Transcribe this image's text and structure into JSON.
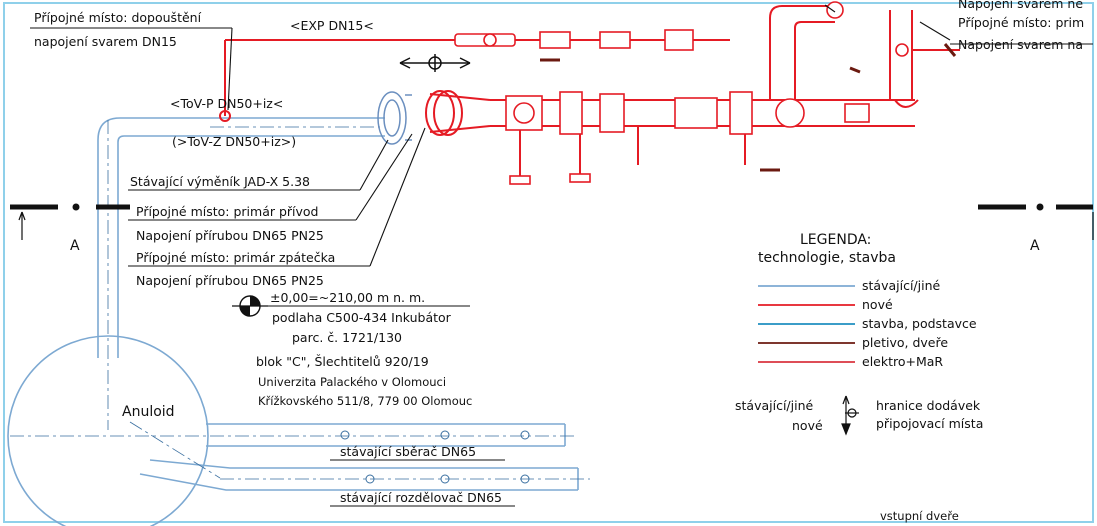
{
  "colors": {
    "existing": "#7da9d2",
    "new": "#e51b24",
    "construction": "#1f8fc0",
    "fence_door": "#6b1a10",
    "elektro_mar": "#d9343f",
    "ink": "#111111",
    "frame": "#8fd0ea"
  },
  "labels": {
    "top_left_1": "Přípojné místo: dopouštění",
    "top_left_2": "napojení svarem DN15",
    "exp_pipe": "<EXP DN15<",
    "tov_p": "<ToV-P DN50+iz<",
    "tov_z": "(>ToV-Z DN50+iz>)",
    "exchanger": "Stávající výměník JAD-X 5.38",
    "primar_privod": "Přípojné místo: primár přívod",
    "napojeni_1": "Napojení přírubou DN65 PN25",
    "primar_zpatecka": "Přípojné místo: primár zpátečka",
    "napojeni_2": "Napojení přírubou DN65 PN25",
    "top_right_1": "Napojení svarem ne",
    "top_right_2": "Přípojné místo: prim",
    "top_right_3": "Napojení svarem na",
    "section_left": "A",
    "section_right": "A",
    "anuloid": "Anuloid",
    "sberac": "stávající sběrač DN65",
    "rozdelovac": "stávající rozdělovač DN65",
    "door": "vstupní dveře"
  },
  "info": {
    "elevation": "±0,00=~210,00 m n. m.",
    "floor": "podlaha C500-434 Inkubátor",
    "parcel": "parc. č. 1721/130",
    "block": "blok \"C\", Šlechtitelů 920/19",
    "university": "Univerzita Palackého v Olomouci",
    "address": "Křížkovského 511/8, 779 00 Olomouc"
  },
  "legend": {
    "title": "LEGENDA:",
    "subtitle": "technologie, stavba",
    "items": [
      {
        "label": "stávající/jiné",
        "color": "#7da9d2"
      },
      {
        "label": "nové",
        "color": "#e51b24"
      },
      {
        "label": "stavba, podstavce",
        "color": "#1f8fc0"
      },
      {
        "label": "pletivo, dveře",
        "color": "#6b1a10"
      },
      {
        "label": "elektro+MaR",
        "color": "#d9343f"
      }
    ],
    "symbol_existing": "stávající/jiné",
    "symbol_new": "nové",
    "symbol_desc_1": "hranice dodávek",
    "symbol_desc_2": "připojovací místa"
  }
}
